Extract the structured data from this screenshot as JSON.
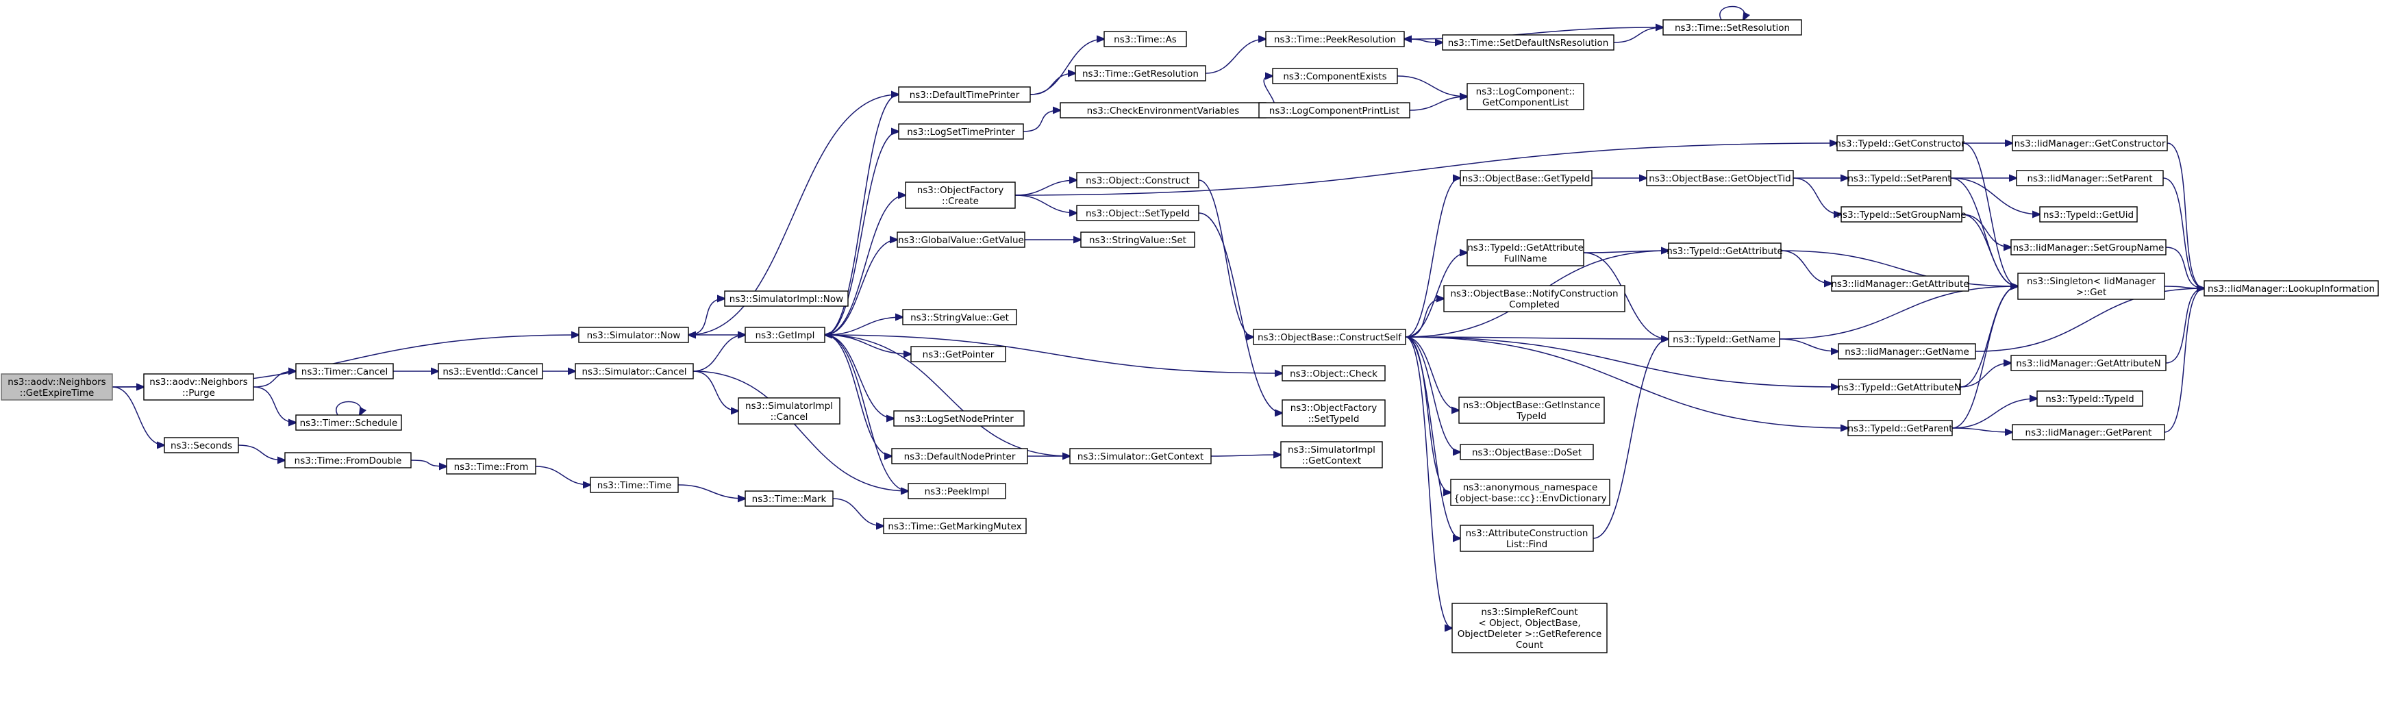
{
  "diagram": {
    "edge_color": "#191970",
    "root_fill": "#bfbfbf",
    "nodes": {
      "root": [
        "ns3::aodv::Neighbors",
        "::GetExpireTime"
      ],
      "purge": [
        "ns3::aodv::Neighbors",
        "::Purge"
      ],
      "seconds": [
        "ns3::Seconds"
      ],
      "now": [
        "ns3::Simulator::Now"
      ],
      "timerCancel": [
        "ns3::Timer::Cancel"
      ],
      "timerSchedule": [
        "ns3::Timer::Schedule"
      ],
      "fromDouble": [
        "ns3::Time::FromDouble"
      ],
      "eventIdCancel": [
        "ns3::EventId::Cancel"
      ],
      "timeFrom": [
        "ns3::Time::From"
      ],
      "simCancel": [
        "ns3::Simulator::Cancel"
      ],
      "timeTime": [
        "ns3::Time::Time"
      ],
      "simImplNow": [
        "ns3::SimulatorImpl::Now"
      ],
      "getImpl": [
        "ns3::GetImpl"
      ],
      "simImplCancel": [
        "ns3::SimulatorImpl",
        "::Cancel"
      ],
      "timeMark": [
        "ns3::Time::Mark"
      ],
      "defaultTimePrinter": [
        "ns3::DefaultTimePrinter"
      ],
      "logSetTimePrinter": [
        "ns3::LogSetTimePrinter"
      ],
      "objectFactoryCreate": [
        "ns3::ObjectFactory",
        "::Create"
      ],
      "globalValueGetValue": [
        "ns3::GlobalValue::GetValue"
      ],
      "stringValueGet": [
        "ns3::StringValue::Get"
      ],
      "getPointer": [
        "ns3::GetPointer"
      ],
      "logSetNodePrinter": [
        "ns3::LogSetNodePrinter"
      ],
      "defaultNodePrinter": [
        "ns3::DefaultNodePrinter"
      ],
      "peekImpl": [
        "ns3::PeekImpl"
      ],
      "getMarkingMutex": [
        "ns3::Time::GetMarkingMutex"
      ],
      "timeAs": [
        "ns3::Time::As"
      ],
      "getResolution": [
        "ns3::Time::GetResolution"
      ],
      "checkEnv": [
        "ns3::CheckEnvironmentVariables"
      ],
      "objectConstruct": [
        "ns3::Object::Construct"
      ],
      "objectSetTypeId": [
        "ns3::Object::SetTypeId"
      ],
      "stringValueSet": [
        "ns3::StringValue::Set"
      ],
      "simGetContext": [
        "ns3::Simulator::GetContext"
      ],
      "peekResolution": [
        "ns3::Time::PeekResolution"
      ],
      "componentExists": [
        "ns3::ComponentExists"
      ],
      "logComponentPrintList": [
        "ns3::LogComponentPrintList"
      ],
      "constructSelf": [
        "ns3::ObjectBase::ConstructSelf"
      ],
      "objectCheck": [
        "ns3::Object::Check"
      ],
      "ofSetTypeId": [
        "ns3::ObjectFactory",
        "::SetTypeId"
      ],
      "simImplGetContext": [
        "ns3::SimulatorImpl",
        "::GetContext"
      ],
      "setDefaultNsRes": [
        "ns3::Time::SetDefaultNsResolution"
      ],
      "getComponentList": [
        "ns3::LogComponent::",
        "GetComponentList"
      ],
      "obGetTypeId": [
        "ns3::ObjectBase::GetTypeId"
      ],
      "getAttrFullName": [
        "ns3::TypeId::GetAttribute",
        "FullName"
      ],
      "notifyConstruction": [
        "ns3::ObjectBase::NotifyConstruction",
        "Completed"
      ],
      "getInstanceTypeId": [
        "ns3::ObjectBase::GetInstance",
        "TypeId"
      ],
      "doSet": [
        "ns3::ObjectBase::DoSet"
      ],
      "envDictionary": [
        "ns3::anonymous_namespace",
        "{object-base::cc}::EnvDictionary"
      ],
      "acListFind": [
        "ns3::AttributeConstruction",
        "List::Find"
      ],
      "simpleRefCount": [
        "ns3::SimpleRefCount",
        "< Object, ObjectBase,",
        "ObjectDeleter >::GetReference",
        "Count"
      ],
      "timeSetResolution": [
        "ns3::Time::SetResolution"
      ],
      "getObjectTid": [
        "ns3::ObjectBase::GetObjectTid"
      ],
      "tidGetConstructor": [
        "ns3::TypeId::GetConstructor"
      ],
      "tidSetParent": [
        "ns3::TypeId::SetParent"
      ],
      "tidSetGroupName": [
        "ns3::TypeId::SetGroupName"
      ],
      "tidGetAttribute": [
        "ns3::TypeId::GetAttribute"
      ],
      "tidGetName": [
        "ns3::TypeId::GetName"
      ],
      "tidGetAttributeN": [
        "ns3::TypeId::GetAttributeN"
      ],
      "tidGetParent": [
        "ns3::TypeId::GetParent"
      ],
      "imGetAttribute": [
        "ns3::IidManager::GetAttribute"
      ],
      "imGetConstructor": [
        "ns3::IidManager::GetConstructor"
      ],
      "imSetParent": [
        "ns3::IidManager::SetParent"
      ],
      "tidGetUid": [
        "ns3::TypeId::GetUid"
      ],
      "imSetGroupName": [
        "ns3::IidManager::SetGroupName"
      ],
      "singletonGet": [
        "ns3::Singleton< IidManager",
        ">::Get"
      ],
      "imGetName": [
        "ns3::IidManager::GetName"
      ],
      "imGetAttributeN": [
        "ns3::IidManager::GetAttributeN"
      ],
      "tidTypeId": [
        "ns3::TypeId::TypeId"
      ],
      "imGetParent": [
        "ns3::IidManager::GetParent"
      ],
      "lookupInfo": [
        "ns3::IidManager::LookupInformation"
      ]
    }
  }
}
